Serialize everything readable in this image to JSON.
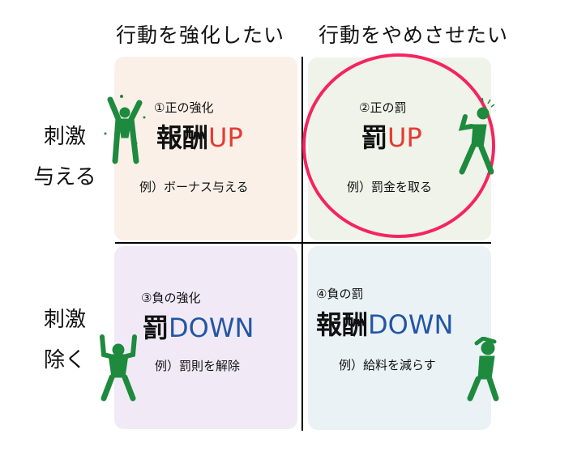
{
  "columns": [
    "行動を強化したい",
    "行動をやめさせたい"
  ],
  "rows": [
    {
      "line1": "刺激",
      "line2": "与える"
    },
    {
      "line1": "刺激",
      "line2": "除く"
    }
  ],
  "quadrants": [
    {
      "title": "①正の強化",
      "big_kanji": "報酬",
      "big_word": "UP",
      "example": "例）ボーナス与える",
      "bg": "#faf0e8"
    },
    {
      "title": "②正の罰",
      "big_kanji": "罰",
      "big_word": "UP",
      "example": "例）罰金を取る",
      "bg": "#eff3ea"
    },
    {
      "title": "③負の強化",
      "big_kanji": "罰",
      "big_word": "DOWN",
      "example": "例）罰則を解除",
      "bg": "#f1eaf6"
    },
    {
      "title": "④負の罰",
      "big_kanji": "報酬",
      "big_word": "DOWN",
      "example": "例）給料を減らす",
      "bg": "#eaf2f6"
    }
  ],
  "colors": {
    "up": "#e53b32",
    "down": "#2356a3",
    "figure": "#1e8a3e",
    "highlight": "#f5245f"
  }
}
